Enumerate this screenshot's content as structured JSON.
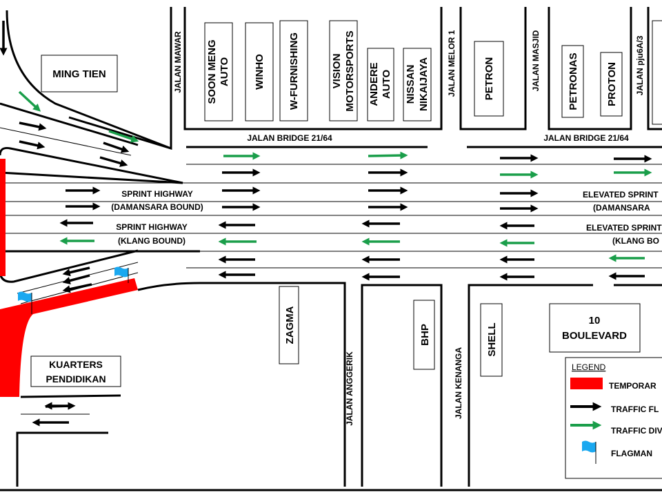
{
  "colors": {
    "closure": "#ff0000",
    "traffic_flow": "#000000",
    "diversion": "#1a9e4a",
    "flagman": "#1aa8f0"
  },
  "buildings": {
    "ming_tien": "MING TIEN",
    "soon_meng_1": "SOON MENG",
    "soon_meng_2": "AUTO",
    "winho": "WINHO",
    "w_furnishing": "W-FURNISHING",
    "vision_1": "VISION",
    "vision_2": "MOTORSPORTS",
    "andere_1": "ANDERE",
    "andere_2": "AUTO",
    "nissan_1": "NISSAN",
    "nissan_2": "NIKAIJAYA",
    "petron": "PETRON",
    "petronas": "PETRONAS",
    "proton": "PROTON",
    "zagma": "ZAGMA",
    "bhp": "BHP",
    "shell": "SHELL",
    "boulevard_1": "10",
    "boulevard_2": "BOULEVARD",
    "kuarters_1": "KUARTERS",
    "kuarters_2": "PENDIDIKAN"
  },
  "roads": {
    "mawar": "JALAN MAWAR",
    "melor": "JALAN MELOR 1",
    "masjid": "JALAN MASJID",
    "pju": "JALAN pju6A/3",
    "bridge_1": "JALAN BRIDGE 21/64",
    "bridge_2": "JALAN BRIDGE 21/64",
    "sprint_dam_1": "SPRINT HIGHWAY",
    "sprint_dam_2": "(DAMANSARA BOUND)",
    "sprint_klang_1": "SPRINT HIGHWAY",
    "sprint_klang_2": "(KLANG BOUND)",
    "elev_dam_1": "ELEVATED SPRINT",
    "elev_dam_2": "(DAMANSARA",
    "elev_klang_1": "ELEVATED SPRINT",
    "elev_klang_2": "(KLANG BO",
    "anggerik": "JALAN ANGGERIK",
    "kenanga": "JALAN KENANGA"
  },
  "legend": {
    "title": "LEGEND",
    "items": [
      {
        "label": "TEMPORAR",
        "symbol": "closure"
      },
      {
        "label": "TRAFFIC FL",
        "symbol": "traffic_flow"
      },
      {
        "label": "TRAFFIC DIV",
        "symbol": "diversion"
      },
      {
        "label": "FLAGMAN",
        "symbol": "flagman"
      }
    ]
  }
}
